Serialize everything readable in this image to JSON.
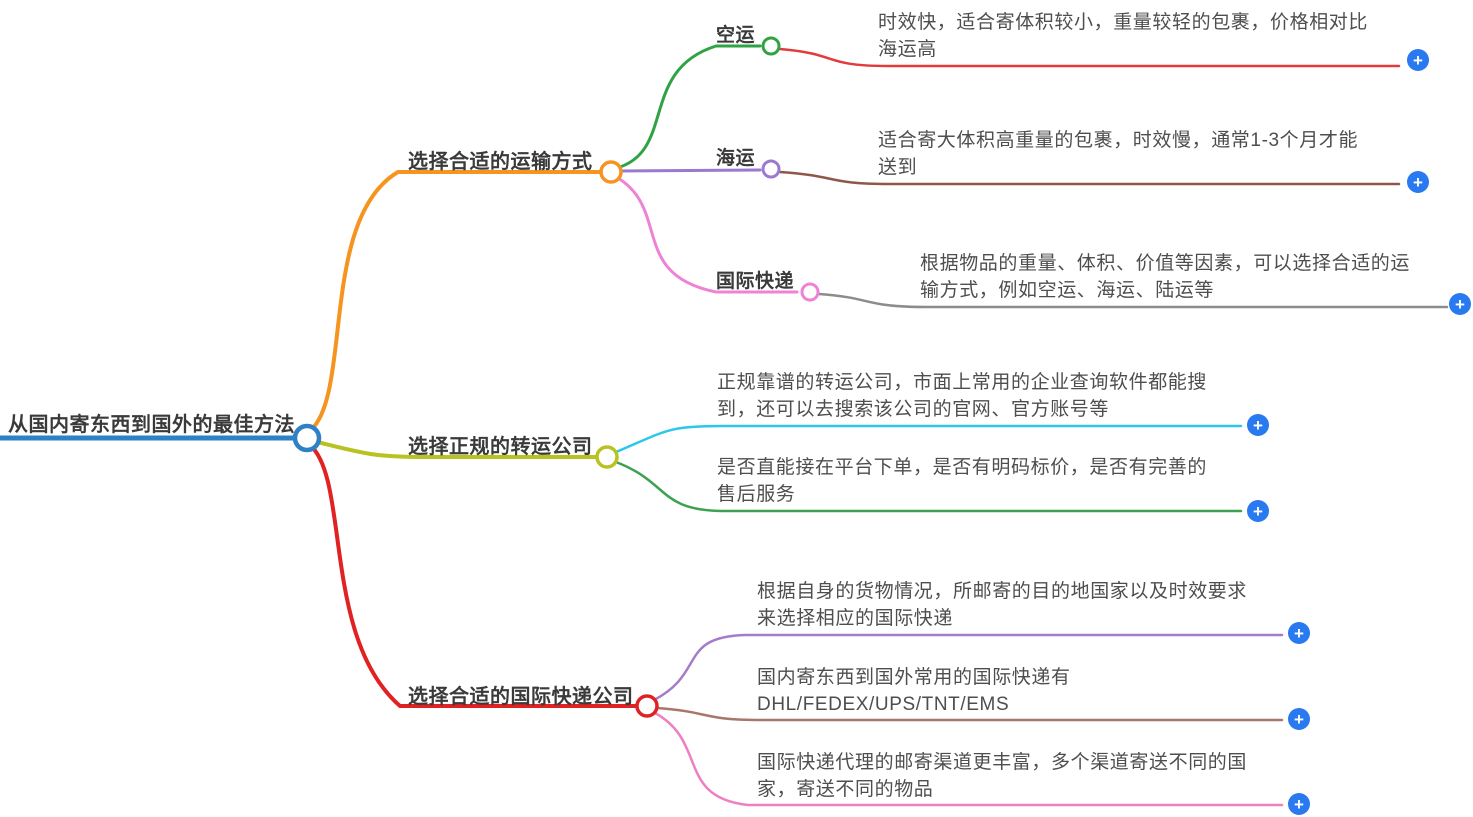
{
  "ui": {
    "add_glyph": "+",
    "add_color": "#2979f0",
    "background": "#ffffff",
    "text_color_labels": "#3a3a3a",
    "text_color_notes": "#4e4e4e"
  },
  "root": {
    "label": "从国内寄东西到国外的最佳方法",
    "color": "#2e81c4"
  },
  "branches": [
    {
      "label": "选择合适的运输方式",
      "color": "#f5941f",
      "topics": [
        {
          "label": "空运",
          "color": "#2fa344",
          "note": {
            "color": "#e23b3b",
            "lines": [
              "时效快，适合寄体积较小，重量较轻的包裹，价格相对比",
              "海运高"
            ]
          }
        },
        {
          "label": "海运",
          "color": "#9b79d2",
          "note": {
            "color": "#8f5749",
            "lines": [
              "适合寄大体积高重量的包裹，时效慢，通常1-3个月才能",
              "送到"
            ]
          }
        },
        {
          "label": "国际快递",
          "color": "#ee82d5",
          "note": {
            "color": "#8c8c8c",
            "lines": [
              "根据物品的重量、体积、价值等因素，可以选择合适的运",
              "输方式，例如空运、海运、陆运等"
            ]
          }
        }
      ]
    },
    {
      "label": "选择正规的转运公司",
      "color": "#b8c220",
      "notes": [
        {
          "color": "#2bc8e8",
          "lines": [
            "正规靠谱的转运公司，市面上常用的企业查询软件都能搜",
            "到，还可以去搜索该公司的官网、官方账号等"
          ]
        },
        {
          "color": "#3ea152",
          "lines": [
            "是否直能接在平台下单，是否有明码标价，是否有完善的",
            "售后服务"
          ]
        }
      ]
    },
    {
      "label": "选择合适的国际快递公司",
      "color": "#e02222",
      "notes": [
        {
          "color": "#a47cc9",
          "lines": [
            "根据自身的货物情况，所邮寄的目的地国家以及时效要求",
            "来选择相应的国际快递"
          ]
        },
        {
          "color": "#a8766a",
          "lines": [
            "国内寄东西到国外常用的国际快递有",
            "DHL/FEDEX/UPS/TNT/EMS"
          ]
        },
        {
          "color": "#ef7fc3",
          "lines": [
            "国际快递代理的邮寄渠道更丰富，多个渠道寄送不同的国",
            "家，寄送不同的物品"
          ]
        }
      ]
    }
  ]
}
